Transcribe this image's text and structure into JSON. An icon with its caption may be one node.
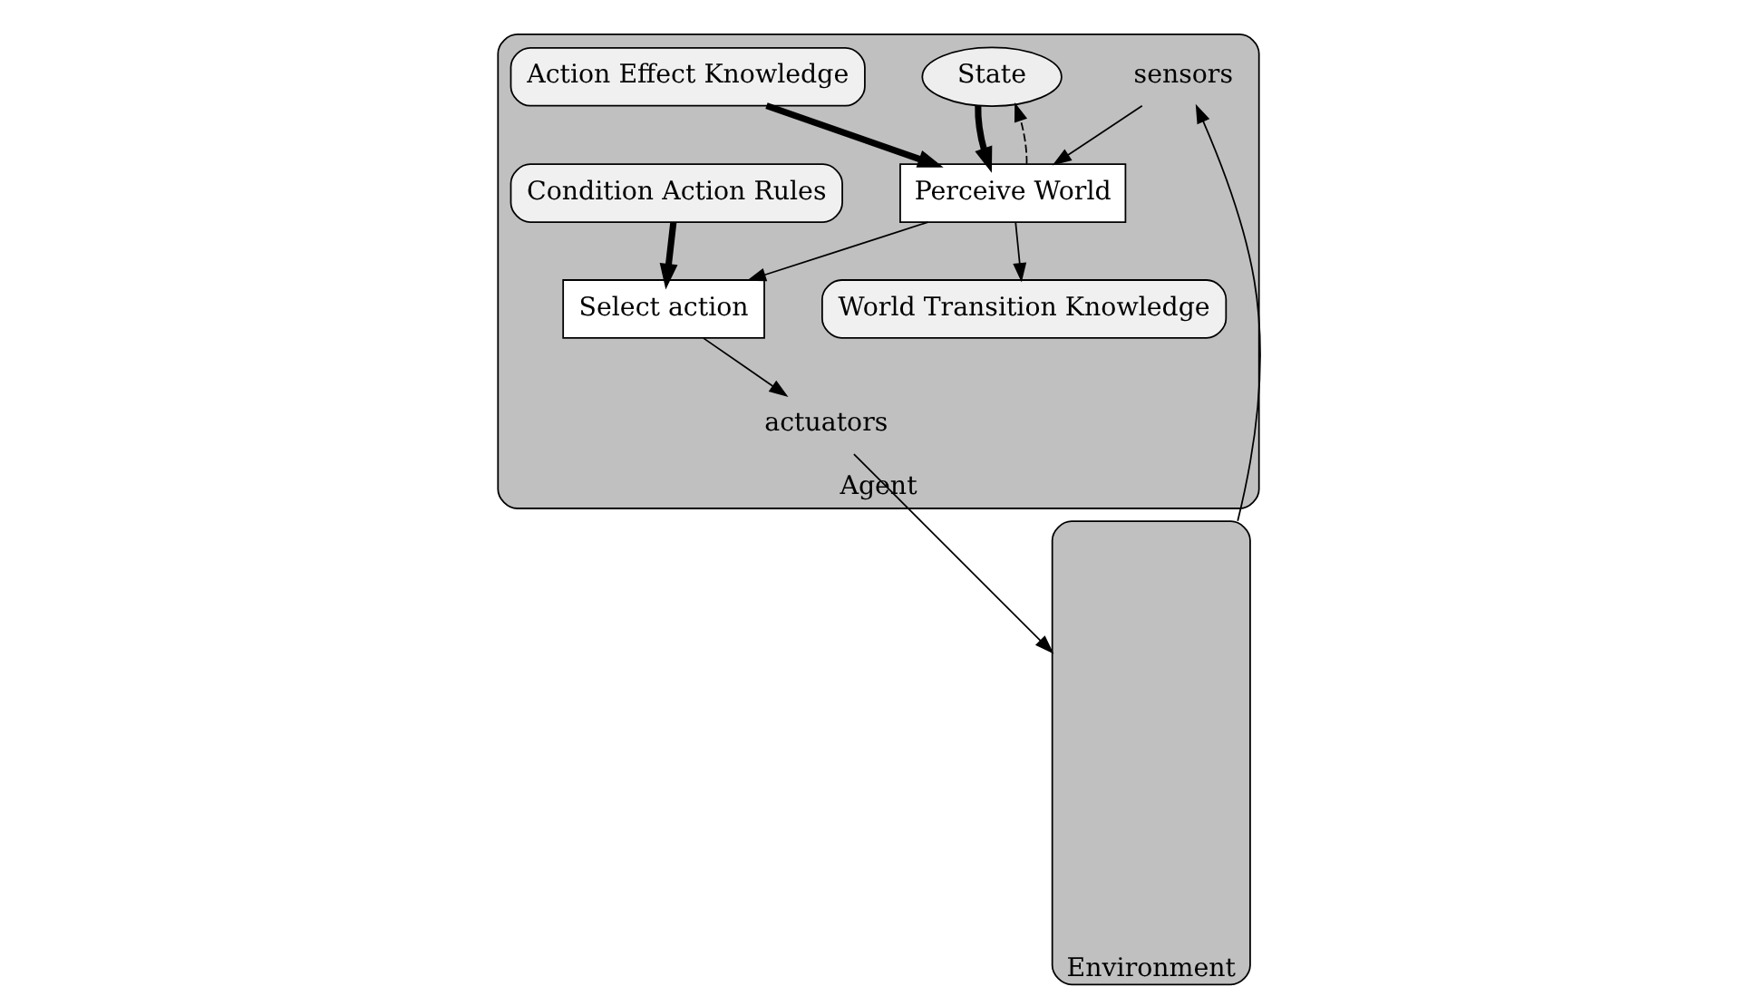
{
  "diagram": {
    "nodes": [
      {
        "text": [
          "Agent"
        ]
      },
      {
        "text": [
          "State"
        ],
        "in": 0
      },
      {
        "text": [
          "sensors"
        ],
        "in": 0
      },
      {
        "text": [
          "World Transition Knowledge"
        ],
        "in": 0
      },
      {
        "text": [
          "Perceive World"
        ],
        "in": 0
      },
      {
        "text": [
          "Select action"
        ],
        "in": 0
      },
      {
        "text": [
          "Action Effect Knowledge"
        ],
        "in": 0
      },
      {
        "text": [
          "actuators"
        ],
        "in": 0
      },
      {
        "text": [
          "Condition Action Rules"
        ],
        "in": 0
      },
      {
        "text": [
          "Environment"
        ]
      }
    ],
    "edges": [
      {
        "from": 9,
        "to": 2,
        "arrow": "to"
      },
      {
        "from": 2,
        "to": 4,
        "arrow": "to"
      },
      {
        "from": 1,
        "to": 4,
        "arrow": "to",
        "style": "thick"
      },
      {
        "from": 4,
        "to": 1,
        "arrow": "to",
        "style": "dashed"
      },
      {
        "from": 4,
        "to": 3,
        "arrow": "to"
      },
      {
        "from": 6,
        "to": 4,
        "arrow": "to",
        "style": "thick"
      },
      {
        "from": 4,
        "to": 5,
        "arrow": "to"
      },
      {
        "from": 8,
        "to": 5,
        "arrow": "to",
        "style": "thick"
      },
      {
        "from": 5,
        "to": 7,
        "arrow": "to"
      },
      {
        "from": 7,
        "to": 9,
        "arrow": "to"
      }
    ]
  }
}
